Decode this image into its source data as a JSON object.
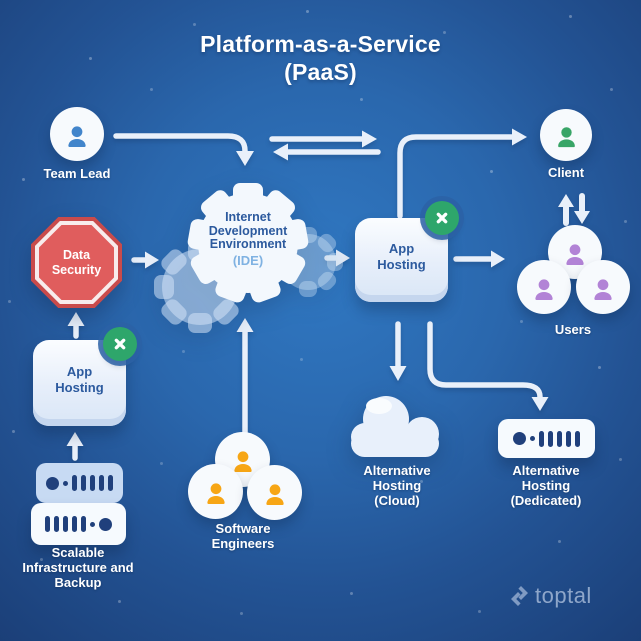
{
  "title": {
    "line1": "Platform-as-a-Service",
    "line2": "(PaaS)"
  },
  "nodes": {
    "team_lead": {
      "label": "Team Lead",
      "icon": "person"
    },
    "client": {
      "label": "Client",
      "icon": "person"
    },
    "users": {
      "label": "Users",
      "icon": "person-group"
    },
    "software_engineers": {
      "label": "Software Engineers",
      "icon": "person-group"
    },
    "data_security": {
      "label": "Data Security",
      "shape": "stop-octagon"
    },
    "ide": {
      "title": "Internet Development Environment",
      "subtitle": "(IDE)",
      "icon": "gears"
    },
    "app_hosting_main": {
      "label": "App Hosting",
      "badge_icon": "x-circle"
    },
    "app_hosting_local": {
      "label": "App Hosting",
      "badge_icon": "x-circle"
    },
    "scalable_infrastructure": {
      "label": "Scalable Infrastructure and Backup",
      "icon": "server-stack"
    },
    "alt_hosting_cloud": {
      "label": "Alternative Hosting (Cloud)",
      "icon": "cloud"
    },
    "alt_hosting_dedicated": {
      "label": "Alternative Hosting (Dedicated)",
      "icon": "server"
    }
  },
  "diagram": {
    "edges": [
      {
        "from": "team-lead",
        "to": "ide"
      },
      {
        "from": "ide",
        "to": "app-hosting-main"
      },
      {
        "from": "app-hosting-main",
        "to": "ide"
      },
      {
        "from": "app-hosting-main",
        "to": "client"
      },
      {
        "from": "data-security",
        "to": "ide"
      },
      {
        "from": "app-hosting-main",
        "to": "users"
      },
      {
        "from": "client",
        "to": "users",
        "bidirectional": true
      },
      {
        "from": "app-hosting-main",
        "to": "alt-hosting-cloud"
      },
      {
        "from": "app-hosting-main",
        "to": "alt-hosting-dedicated"
      },
      {
        "from": "software-engineers",
        "to": "ide"
      },
      {
        "from": "scalable-infrastructure",
        "to": "app-hosting-local"
      },
      {
        "from": "app-hosting-local",
        "to": "data-security"
      }
    ]
  },
  "colors": {
    "background_center": "#3078c2",
    "background_edge": "#1b3f78",
    "arrow": "#e9f0fa",
    "person_blue": "#4285cb",
    "person_green": "#38a567",
    "person_purple": "#b283d6",
    "person_orange": "#f7a615",
    "security_red": "#e05d5d",
    "badge_green": "#2ea66b",
    "text_navy": "#2c5a9e",
    "ide_subtitle_blue": "#7fb2e2",
    "server_glyph_navy": "#20407c",
    "label_white": "#ffffff",
    "logo_gray": "#b4c6e0"
  },
  "branding": {
    "logo_text": "toptal"
  }
}
